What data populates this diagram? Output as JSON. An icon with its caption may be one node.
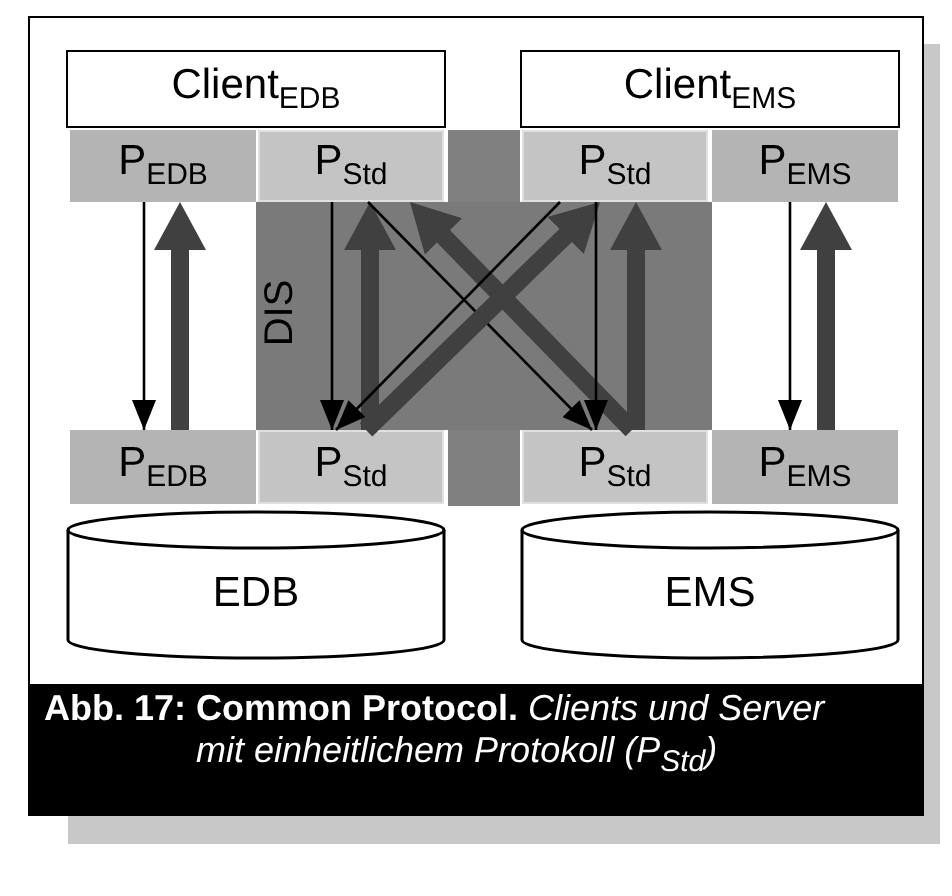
{
  "diagram": {
    "caption": "**Abb. 17: Common Protocol.** *Clients und Server mit einheitlichem Protokoll (P$_{Std}$)*",
    "nodes": [
      {
        "text": [
          "Client$_{EDB}$"
        ]
      },
      {
        "text": [
          "Client$_{EMS}$"
        ]
      },
      {
        "text": [
          "P$_{EDB}$"
        ]
      },
      {
        "text": [
          "P$_{Std}$"
        ]
      },
      {
        "text": [
          "P$_{Std}$"
        ]
      },
      {
        "text": [
          "P$_{EMS}$"
        ]
      },
      {
        "text": [
          "P$_{EDB}$"
        ]
      },
      {
        "text": [
          "P$_{Std}$"
        ]
      },
      {
        "text": [
          "P$_{Std}$"
        ]
      },
      {
        "text": [
          "P$_{EMS}$"
        ]
      },
      {
        "text": [
          "EDB"
        ]
      },
      {
        "text": [
          "EMS"
        ]
      }
    ],
    "edges": [
      {
        "from": 2,
        "to": 6,
        "arrow": "to"
      },
      {
        "from": 6,
        "to": 2,
        "arrow": "to",
        "style": "thick",
        "color": "#404040"
      },
      {
        "from": 3,
        "to": 7,
        "arrow": "to"
      },
      {
        "from": 7,
        "to": 3,
        "arrow": "to",
        "style": "thick",
        "color": "#404040"
      },
      {
        "from": 3,
        "to": 8,
        "arrow": "to"
      },
      {
        "from": 8,
        "to": 3,
        "arrow": "to",
        "style": "thick",
        "color": "#404040"
      },
      {
        "from": 4,
        "to": 7,
        "arrow": "to"
      },
      {
        "from": 7,
        "to": 4,
        "arrow": "to",
        "style": "thick",
        "color": "#404040"
      },
      {
        "from": 4,
        "to": 8,
        "arrow": "to"
      },
      {
        "from": 8,
        "to": 4,
        "arrow": "to",
        "style": "thick",
        "color": "#404040"
      },
      {
        "from": 5,
        "to": 9,
        "arrow": "to"
      },
      {
        "from": 9,
        "to": 5,
        "arrow": "to",
        "style": "thick",
        "color": "#404040"
      }
    ],
    "labels": [
      "DIS"
    ]
  }
}
